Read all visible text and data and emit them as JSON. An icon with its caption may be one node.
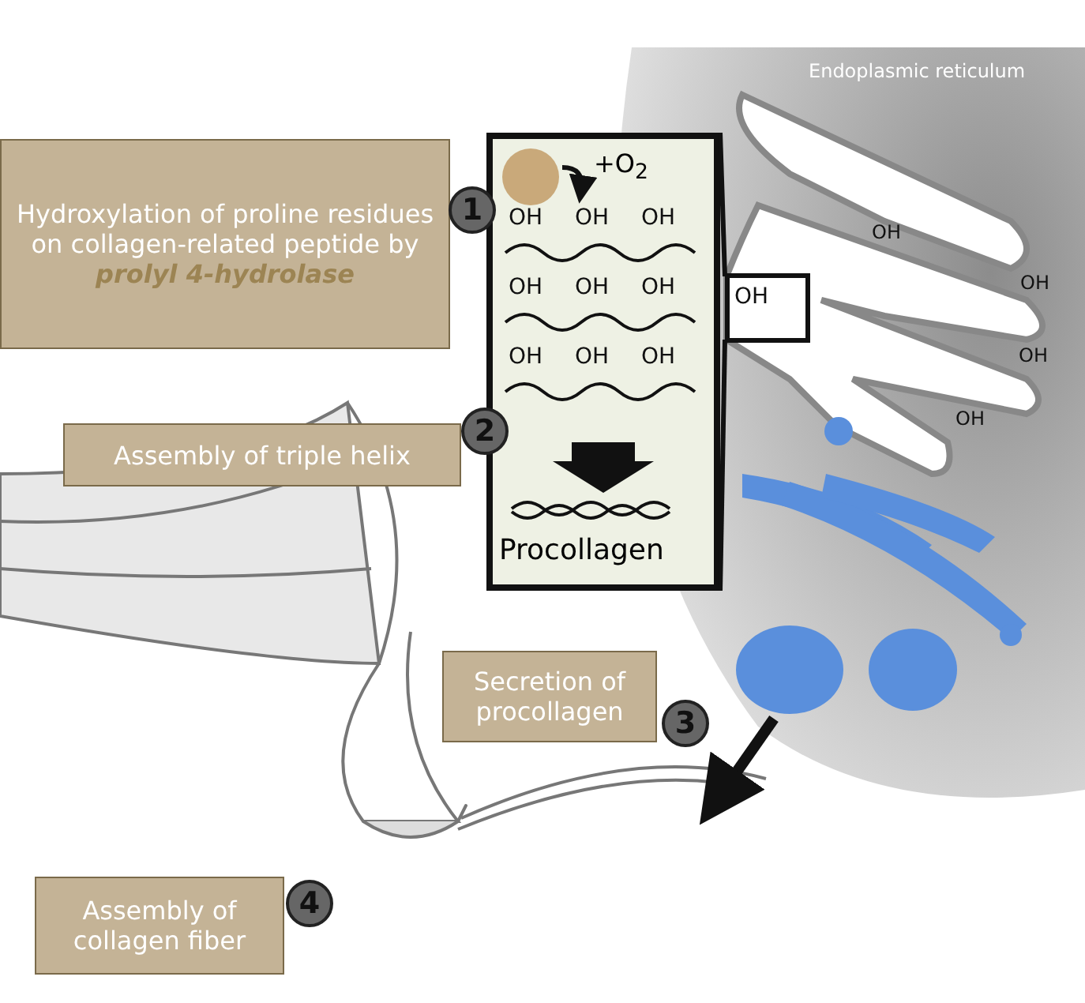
{
  "diagram": {
    "nodes": [
      {
        "text": [
          "Hydroxylation of proline residues on  collagen-related peptide  by **prolyl 4-hydrolase**"
        ],
        "beside": [
          "1"
        ]
      },
      {
        "text": [
          "Assembly of triple helix"
        ],
        "beside": [
          "2"
        ]
      },
      {
        "text": [
          "Secretion of procollagen"
        ],
        "beside": [
          "3"
        ]
      },
      {
        "text": [
          "Assembly of collagen fiber"
        ],
        "beside": [
          "4"
        ]
      },
      {
        "text": [
          "+O$_{2}$",
          "OH",
          "OH",
          "OH",
          "OH",
          "OH",
          "OH",
          "OH",
          "OH",
          "OH",
          "Procollagen"
        ]
      },
      {
        "text": [
          "OH"
        ]
      }
    ],
    "edges": [
      {
        "from": 5,
        "to": 4,
        "arrow": "none"
      },
      {
        "from": 5,
        "to": 4,
        "arrow": "none"
      }
    ],
    "labels": [
      "Endoplasmic reticulum",
      "OH",
      "OH",
      "OH",
      "OH"
    ]
  }
}
